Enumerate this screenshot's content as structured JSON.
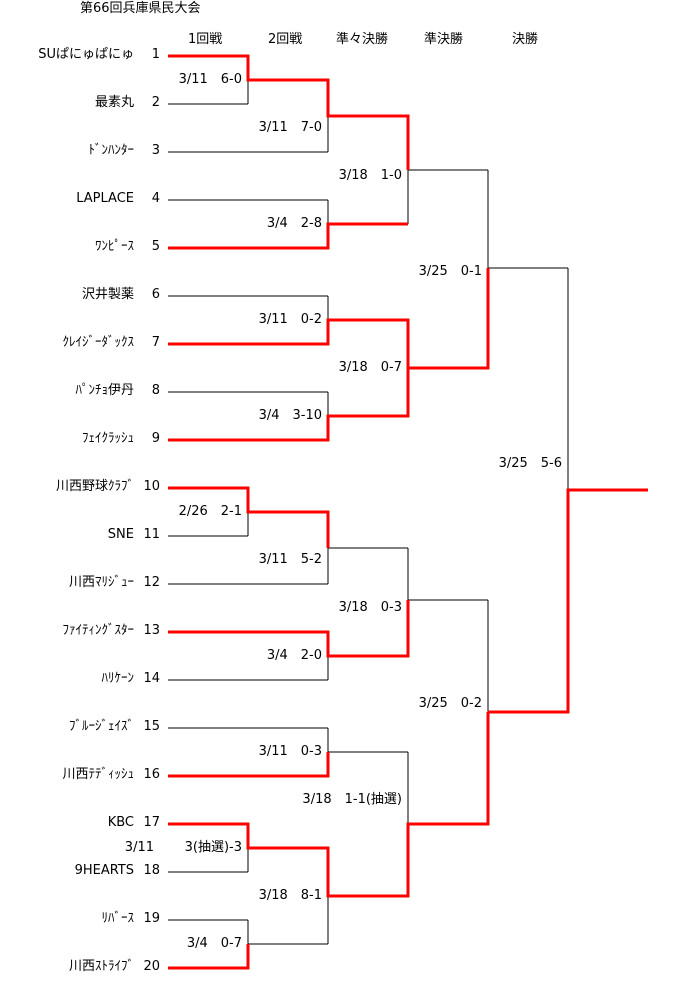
{
  "title": "第66回兵庫県民大会",
  "rounds": [
    "1回戦",
    "2回戦",
    "準々決勝",
    "準決勝",
    "決勝"
  ],
  "teams": [
    {
      "name": "SUぱにゅぱにゅ",
      "seed": "1"
    },
    {
      "name": "最素丸",
      "seed": "2"
    },
    {
      "name": "ﾄﾞﾝﾊﾝﾀｰ",
      "seed": "3"
    },
    {
      "name": "LAPLACE",
      "seed": "4"
    },
    {
      "name": "ﾜﾝﾋﾟｰｽ",
      "seed": "5"
    },
    {
      "name": "沢井製薬",
      "seed": "6"
    },
    {
      "name": "ｸﾚｲｼﾞｰﾀﾞｯｸｽ",
      "seed": "7"
    },
    {
      "name": "ﾊﾟﾝﾁｮ伊丹",
      "seed": "8"
    },
    {
      "name": "ﾌｪｲｸﾗｯｼｭ",
      "seed": "9"
    },
    {
      "name": "川西野球ｸﾗﾌﾞ",
      "seed": "10"
    },
    {
      "name": "SNE",
      "seed": "11"
    },
    {
      "name": "川西ﾏﾘｼﾞｭｰ",
      "seed": "12"
    },
    {
      "name": "ﾌｧｲﾃｨﾝｸﾞｽﾀｰ",
      "seed": "13"
    },
    {
      "name": "ﾊﾘｹｰﾝ",
      "seed": "14"
    },
    {
      "name": "ﾌﾞﾙｰｼﾞｪｲｽﾞ",
      "seed": "15"
    },
    {
      "name": "川西ﾃﾃﾞｨｯｼｭ",
      "seed": "16"
    },
    {
      "name": "KBC",
      "seed": "17"
    },
    {
      "name": "9HEARTS",
      "seed": "18"
    },
    {
      "name": "ﾘﾊﾞｰｽ",
      "seed": "19"
    },
    {
      "name": "川西ｽﾄﾗｲﾌﾞ",
      "seed": "20"
    }
  ],
  "scores": {
    "r1_1_2": "3/11　6-0",
    "r1_10_11": "2/26　2-1",
    "r1_17_18_date": "3/11",
    "r1_17_18": "3(抽選)-3",
    "r1_19_20": "3/4　0-7",
    "r2_a": "3/11　7-0",
    "r2_b": "3/4　2-8",
    "r2_c": "3/11　0-2",
    "r2_d": "3/4　3-10",
    "r2_e": "3/11　5-2",
    "r2_f": "3/4　2-0",
    "r2_g": "3/11　0-3",
    "r2_h": "3/18　8-1",
    "qf_1": "3/18　1-0",
    "qf_2": "3/18　0-7",
    "qf_3": "3/18　0-3",
    "qf_4": "3/18　1-1(抽選)",
    "sf_1": "3/25　0-1",
    "sf_2": "3/25　0-2",
    "final": "3/25　5-6"
  },
  "colors": {
    "line": "#000000",
    "winner": "#ff0000"
  }
}
